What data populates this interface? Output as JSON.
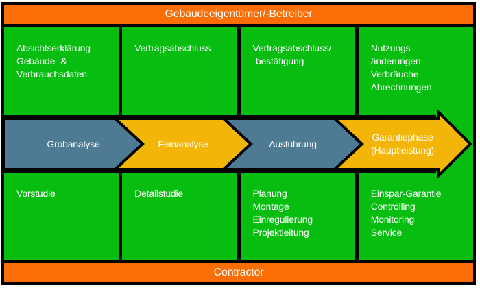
{
  "colors": {
    "orange": "#FB6D05",
    "green": "#07BE10",
    "slate": "#4F7A93",
    "amber": "#F3B508",
    "border": "#000000",
    "text": "#FFFFFF"
  },
  "banners": {
    "top": "Gebäudeeigentümer/-Betreiber",
    "bottom": "Contractor"
  },
  "columns": [
    {
      "deliverable_top": "Absichtserklärung\nGebäude- &\nVerbrauchsdaten",
      "phase": "Grobanalyse",
      "deliverable_bottom": "Vorstudie"
    },
    {
      "deliverable_top": "Vertragsabschluss",
      "phase": "Feinanalyse",
      "deliverable_bottom": "Detailstudie"
    },
    {
      "deliverable_top": "Vertragsabschluss/\n-bestätigung",
      "phase": "Ausführung",
      "deliverable_bottom": "Planung\nMontage\nEinregulierung\nProjektleitung"
    },
    {
      "deliverable_top": "Nutzungs-\nänderungen\nVerbräuche\nAbrechnungen",
      "phase": "Garantiephase\n(Hauptleistung)",
      "deliverable_bottom": "Einspar-Garantie\nControlling\nMonitoring\nService"
    }
  ]
}
